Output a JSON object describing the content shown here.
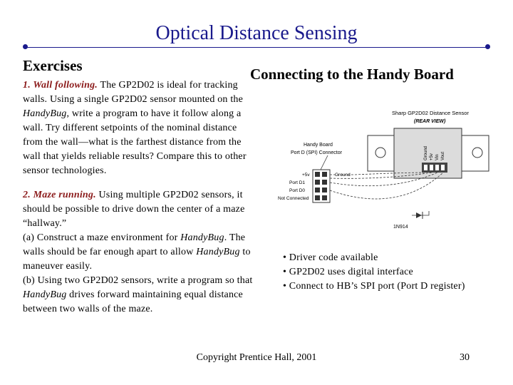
{
  "slide": {
    "title": "Optical Distance Sensing",
    "exercises_heading": "Exercises",
    "connect_heading": "Connecting to the Handy Board"
  },
  "exercise1": {
    "lead": "1. Wall following.",
    "text_1": " The GP2D02 is ideal for tracking walls. Using a single GP2D02 sensor mounted on the ",
    "em_1": "HandyBug",
    "text_2": ", write a program to have it follow along a wall. Try different setpoints of the nominal distance from the wall—what is the farthest distance from the wall that yields reliable results? Compare this to other sensor technologies."
  },
  "exercise2": {
    "lead": "2. Maze running.",
    "text_1": " Using multiple GP2D02 sensors, it should be possible to drive down the center of a maze “hallway.”",
    "a_1": "(a) Construct a maze environment for ",
    "a_em1": "HandyBug",
    "a_2": ". The walls should be far enough apart to allow ",
    "a_em2": "HandyBug",
    "a_3": " to maneuver easily.",
    "b_1": "(b) Using two GP2D02 sensors, write a program so that ",
    "b_em1": "HandyBug",
    "b_2": " drives forward maintaining equal distance between two walls of the maze."
  },
  "diagram": {
    "sensor_title": "Sharp GP2D02 Distance Sensor",
    "rear_view": "(REAR VIEW)",
    "board_label_1": "Handy Board",
    "board_label_2": "Port D (SPI) Connector",
    "pin_plus5v": "+5v",
    "pin_d1": "Port D1",
    "pin_d0": "Port D0",
    "pin_nc": "Not Connected",
    "ground_label": "Ground",
    "sensor_pins": [
      "Ground",
      "+5v",
      "Vin",
      "Vout"
    ],
    "diode": "1N914"
  },
  "bullets": [
    "• Driver code available",
    "• GP2D02 uses digital interface",
    "• Connect to HB’s SPI port (Port D register)"
  ],
  "footer": {
    "copyright": "Copyright Prentice Hall, 2001",
    "page": "30"
  },
  "colors": {
    "title": "#1a1a8c",
    "lead": "#8b1a1a"
  }
}
